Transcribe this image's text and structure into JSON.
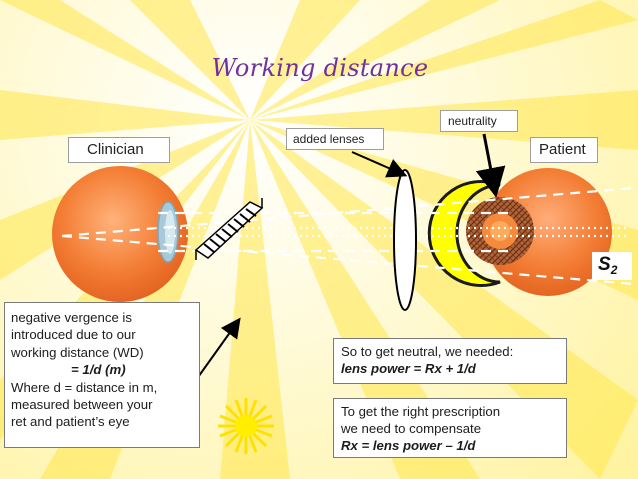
{
  "title": "Working distance",
  "labels": {
    "clinician": "Clinician",
    "patient": "Patient",
    "added_lenses": "added lenses",
    "neutrality": "neutrality",
    "s_main": "S",
    "s_sub": "2"
  },
  "note": {
    "line1": "negative vergence is",
    "line2": "introduced due to our",
    "line3": "working distance (WD)",
    "formula": "= 1/d (m)",
    "line4": "Where d = distance in m,",
    "line5": "measured between your",
    "line6": "ret and patient’s eye"
  },
  "box1": {
    "line1": "So to get neutral, we needed:",
    "line2": "lens power = Rx + 1/d"
  },
  "box2": {
    "line1": "To get the right prescription",
    "line2": "we need to compensate",
    "line3": "Rx = lens power – 1/d"
  },
  "colors": {
    "eye_orange": "#f07a2e",
    "lens_yellow": "#ffff00",
    "pupil_brown": "#a0522d",
    "title_purple": "#7030a0"
  },
  "icons": {
    "sun": "sun-icon",
    "retinoscope": "retinoscope-icon"
  }
}
